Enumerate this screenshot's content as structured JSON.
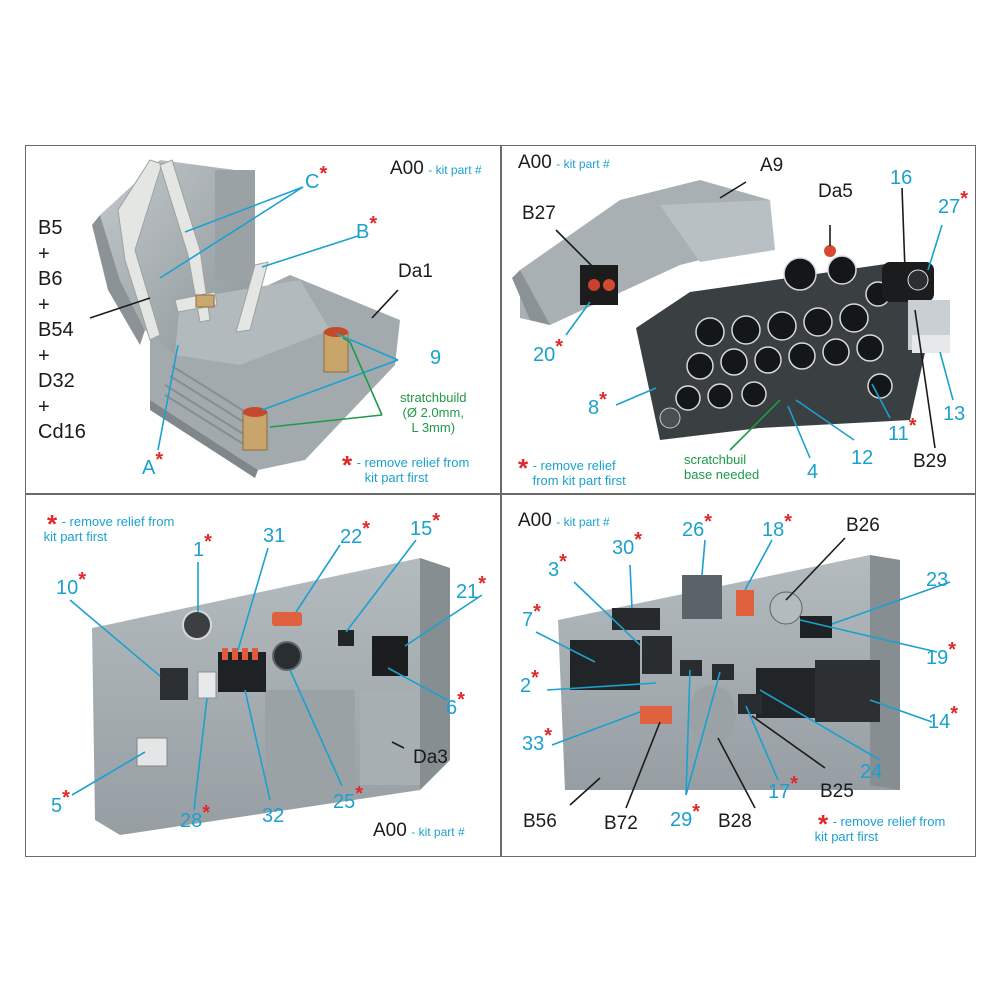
{
  "common": {
    "kit_code": "A00",
    "kit_text": "- kit part #",
    "remove_line1": "- remove relief from",
    "remove_line2": "kit part first",
    "remove_alt_line1": "- remove relief",
    "remove_alt_line2": "from kit part first",
    "star": "*"
  },
  "colors": {
    "callout_blue": "#1ba1cf",
    "callout_black": "#1b1b1b",
    "callout_green": "#1f9a48",
    "asterisk_red": "#e02a2a",
    "part_grey": "#a5acb0"
  },
  "panel_seat": {
    "stack_lines": [
      "B5",
      "+",
      "B6",
      "+",
      "B54",
      "+",
      "D32",
      "+",
      "Cd16"
    ],
    "c": "C",
    "b": "B",
    "a": "A",
    "da1": "Da1",
    "n9": "9",
    "stratch_line1": "stratchbuild",
    "stratch_line2": "(Ø 2.0mm,",
    "stratch_line3": "L 3mm)"
  },
  "panel_dash": {
    "a9": "A9",
    "b27": "B27",
    "da5": "Da5",
    "n16": "16",
    "n27": "27",
    "n20": "20",
    "n8": "8",
    "n11": "11",
    "n12": "12",
    "n4": "4",
    "n13": "13",
    "b29": "B29",
    "scratch_line1": "scratchbuil",
    "scratch_line2": "base needed"
  },
  "panel_left": {
    "n1": "1",
    "n10": "10",
    "n31": "31",
    "n22": "22",
    "n15": "15",
    "n21": "21",
    "n6": "6",
    "da3": "Da3",
    "n5": "5",
    "n28": "28",
    "n32": "32",
    "n25": "25"
  },
  "panel_right": {
    "n30": "30",
    "n26": "26",
    "n18": "18",
    "b26": "B26",
    "n3": "3",
    "n23": "23",
    "n7": "7",
    "n19": "19",
    "n2": "2",
    "n14": "14",
    "n33": "33",
    "n24": "24",
    "n29": "29",
    "n17": "17",
    "b25": "B25",
    "b56": "B56",
    "b72": "B72",
    "b28": "B28"
  }
}
